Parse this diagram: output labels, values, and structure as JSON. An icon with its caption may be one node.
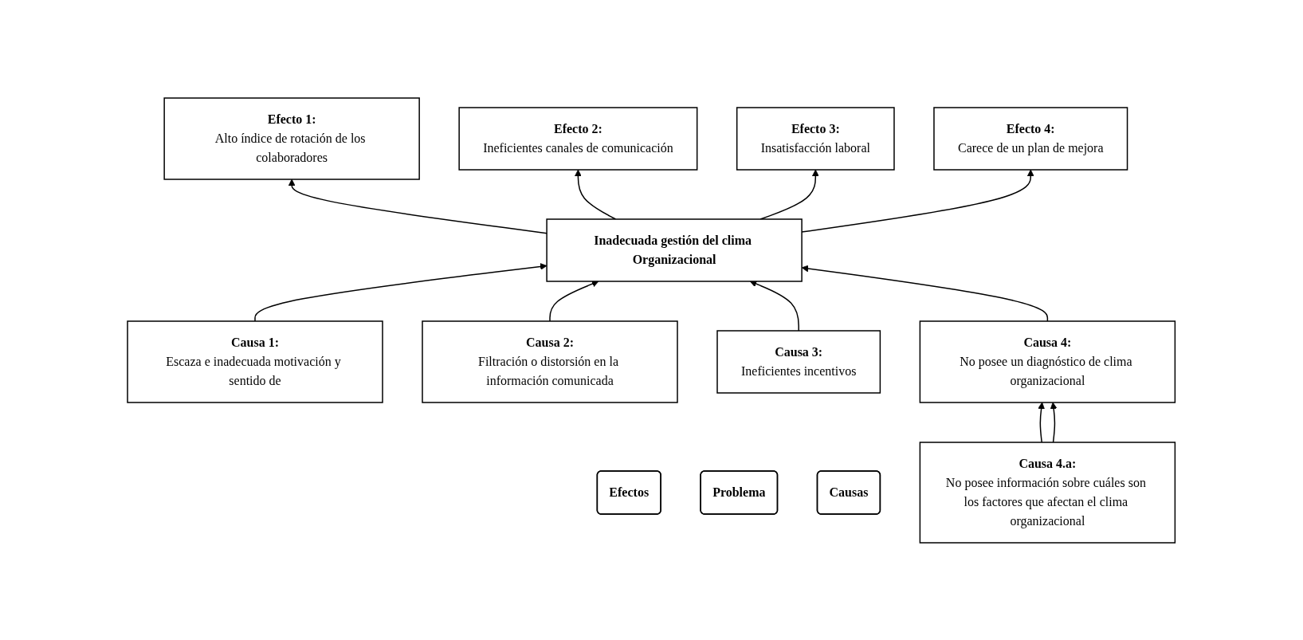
{
  "diagram": {
    "nodes": [
      {
        "text": [
          "Efectos"
        ]
      },
      {
        "text": [
          "Efecto 1:",
          "Alto índice de rotación de los colaboradores"
        ]
      },
      {
        "text": [
          "Efecto 2:",
          "Ineficientes canales de comunicación"
        ]
      },
      {
        "text": [
          "Efecto 3:",
          "Insatisfacción laboral"
        ]
      },
      {
        "text": [
          "Efecto 4:",
          "Carece de un plan de mejora"
        ]
      },
      {
        "text": [
          "Problema"
        ]
      },
      {
        "text": [
          "Inadecuada gestión del clima Organizacional"
        ]
      },
      {
        "text": [
          "Causas"
        ]
      },
      {
        "text": [
          "Causa 1:",
          "Escaza e inadecuada motivación y sentido de"
        ]
      },
      {
        "text": [
          "Causa 2:",
          "Filtración o distorsión en la información comunicada"
        ]
      },
      {
        "text": [
          "Causa 3:",
          "Ineficientes incentivos"
        ]
      },
      {
        "text": [
          "Causa 4:",
          "No posee un diagnóstico de clima organizacional"
        ]
      },
      {
        "text": [
          "Causa 4.a:",
          "No posee información sobre cuáles son los factores que afectan el clima organizacional"
        ]
      }
    ],
    "edges": [
      {
        "from": 6,
        "to": 1,
        "arrow": "to"
      },
      {
        "from": 6,
        "to": 2,
        "arrow": "to"
      },
      {
        "from": 6,
        "to": 3,
        "arrow": "to"
      },
      {
        "from": 6,
        "to": 4,
        "arrow": "to"
      },
      {
        "from": 8,
        "to": 6,
        "arrow": "to"
      },
      {
        "from": 9,
        "to": 6,
        "arrow": "to"
      },
      {
        "from": 10,
        "to": 6,
        "arrow": "to"
      },
      {
        "from": 11,
        "to": 6,
        "arrow": "to"
      },
      {
        "from": 12,
        "to": 11,
        "arrow": "to"
      },
      {
        "from": 12,
        "to": 11,
        "arrow": "to"
      }
    ]
  }
}
